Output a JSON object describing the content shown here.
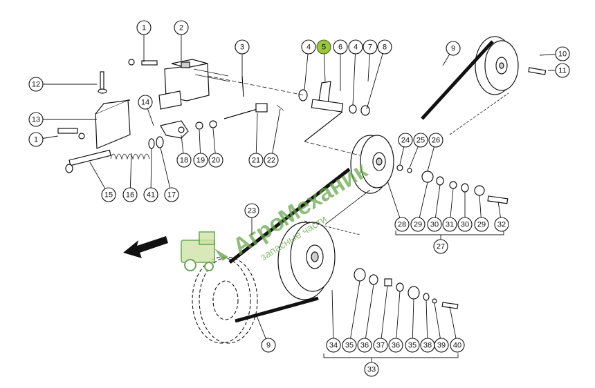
{
  "callouts": [
    "1",
    "2",
    "3",
    "4",
    "5",
    "6",
    "4",
    "7",
    "8",
    "9",
    "10",
    "11",
    "12",
    "13",
    "1",
    "14",
    "15",
    "16",
    "41",
    "17",
    "18",
    "19",
    "20",
    "21",
    "22",
    "24",
    "25",
    "26",
    "28",
    "29",
    "30",
    "31",
    "30",
    "29",
    "32",
    "27",
    "23",
    "9",
    "34",
    "35",
    "36",
    "37",
    "36",
    "35",
    "38",
    "39",
    "40",
    "33"
  ],
  "highlighted_part": "5",
  "watermark": {
    "brand_part1": "Агро",
    "brand_part2": "Механик",
    "tagline": "запасные части"
  },
  "colors": {
    "highlight": "#9bc53d",
    "watermark": "#6aa84f"
  }
}
